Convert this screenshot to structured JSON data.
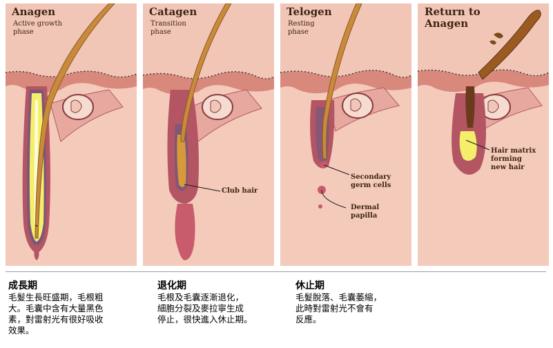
{
  "panels": [
    {
      "title": "Anagen",
      "subtitle_1": "Active growth",
      "subtitle_2": "phase"
    },
    {
      "title": "Catagen",
      "subtitle_1": "Transition",
      "subtitle_2": "phase"
    },
    {
      "title": "Telogen",
      "subtitle_1": "Resting",
      "subtitle_2": "phase"
    },
    {
      "title_1": "Return to",
      "title_2": "Anagen"
    }
  ],
  "callouts": {
    "club_hair": "Club hair",
    "secondary_germ_1": "Secondary",
    "secondary_germ_2": "germ cells",
    "dermal_papilla_1": "Dermal",
    "dermal_papilla_2": "papilla",
    "hair_matrix_1": "Hair matrix",
    "hair_matrix_2": "forming",
    "hair_matrix_3": "new hair"
  },
  "captions": [
    {
      "title": "成長期",
      "lines": [
        "毛髮生長旺盛期，毛根粗",
        "大。毛囊中含有大量黑色",
        "素，對雷射光有很好吸收",
        "效果。"
      ]
    },
    {
      "title": "退化期",
      "lines": [
        "毛根及毛囊逐漸退化，",
        "細胞分裂及麥拉寧生成",
        "停止，很快進入休止期。"
      ]
    },
    {
      "title": "休止期",
      "lines": [
        "毛髮脫落、毛囊萎縮，",
        "此時對雷射光不會有",
        "反應。"
      ]
    }
  ],
  "colors": {
    "skin": "#f2c6b7",
    "epidermis": "#d9897c",
    "hair": "#c98a3c",
    "matrix": "#f5ee6a",
    "sheath": "#a24c55"
  }
}
